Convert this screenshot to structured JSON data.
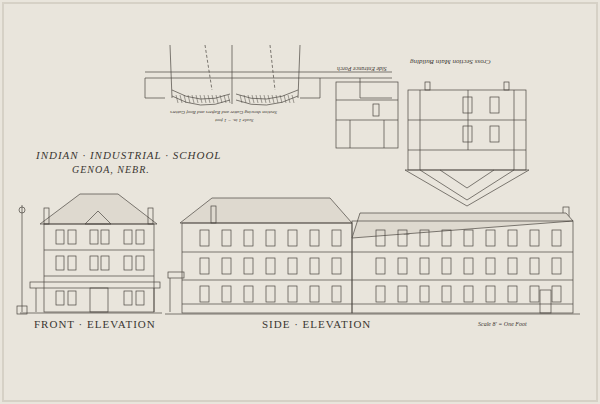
{
  "diagram": {
    "title": "INDIAN · INDUSTRIAL · SCHOOL",
    "labels": [
      "GENOA, NEBR.",
      "FRONT · ELEVATION",
      "SIDE · ELEVATION",
      "Scale 8' = One Foot",
      "Section showing Gutter and Rafters and Roof Gutters",
      "Scale 1 in. = 1 foot",
      "Side Entrance Porch",
      "Cross Section Main Building"
    ]
  }
}
